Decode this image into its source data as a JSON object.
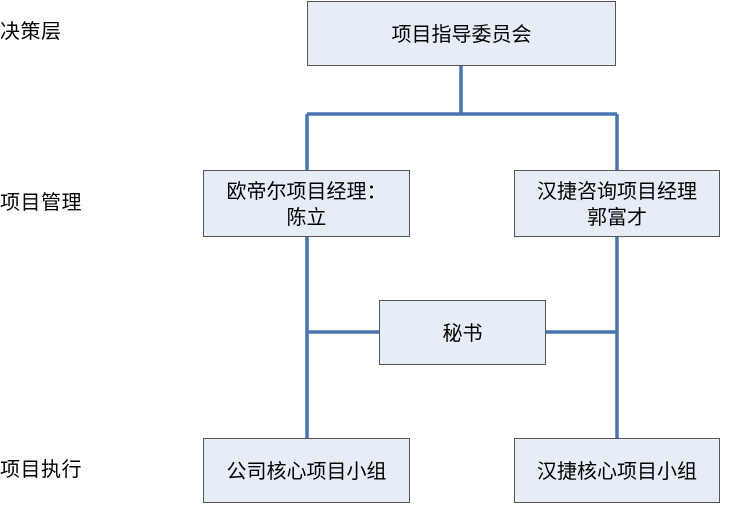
{
  "levels": {
    "decision": "决策层",
    "management": "项目管理",
    "execution": "项目执行"
  },
  "nodes": {
    "steering_committee": "项目指导委员会",
    "odier_pm": "欧帝尔项目经理：\n陈立",
    "hanjie_pm": "汉捷咨询项目经理\n郭富才",
    "secretary": "秘书",
    "company_core_team": "公司核心项目小组",
    "hanjie_core_team": "汉捷核心项目小组"
  },
  "colors": {
    "connector": "#4a74b0",
    "box_fill": "#e7edf6",
    "box_border": "#555555"
  }
}
